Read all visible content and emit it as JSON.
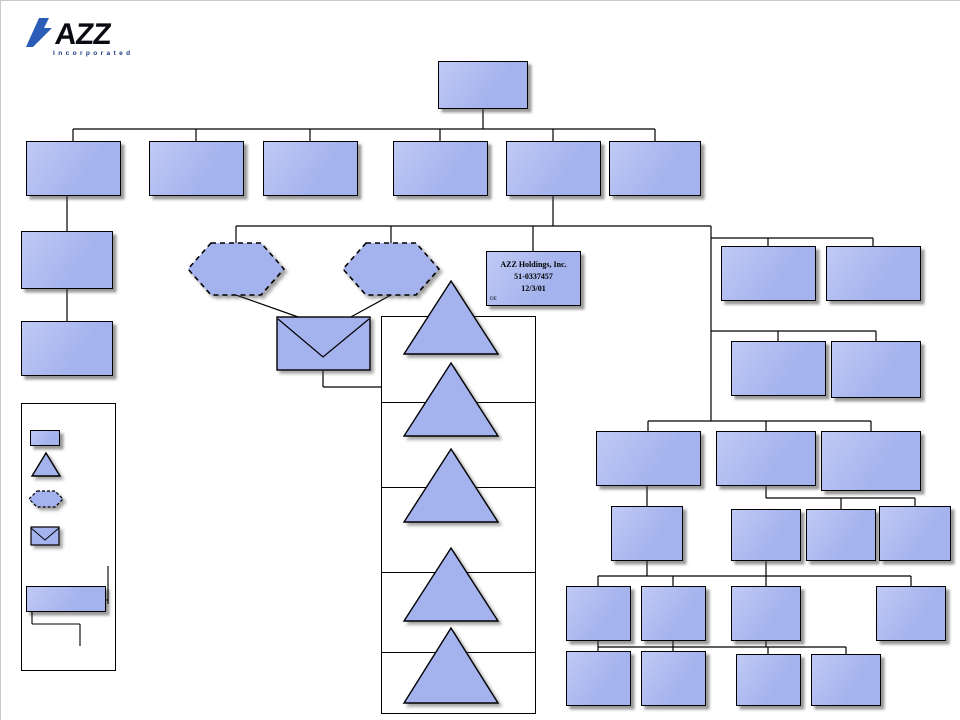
{
  "window": {
    "background": "#ffffff"
  },
  "logo": {
    "text": "AZZ",
    "subtext": "Incorporated"
  },
  "holdings_node": {
    "name": "AZZ Holdings, Inc.",
    "ein": "51-0337457",
    "date": "12/3/01",
    "corner": "DE"
  },
  "colors": {
    "node_fill": "#a4b2ed",
    "node_fill_light": "#c0caf5",
    "node_border": "#000000",
    "connector": "#000000",
    "logo_blue": "#2a5cb8",
    "logo_text": "#0a0a12",
    "logo_sub": "#16357d"
  }
}
